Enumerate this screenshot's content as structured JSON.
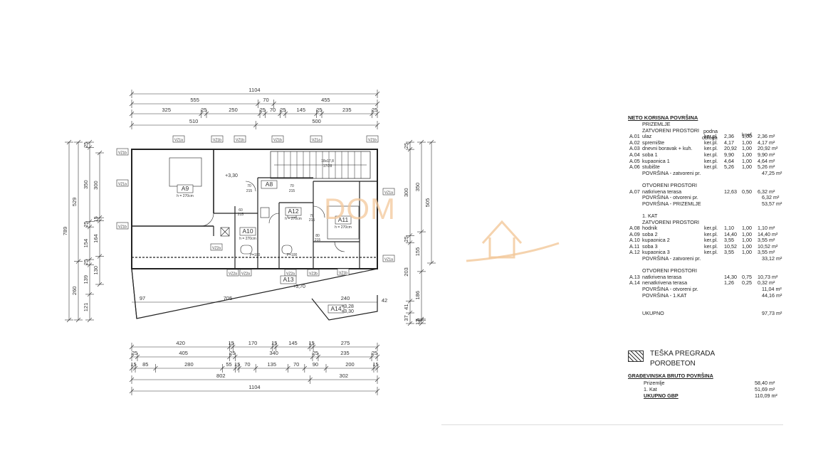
{
  "plan": {
    "dims_top_row1": [
      "1104"
    ],
    "dims_top_row2": [
      "555",
      "70",
      "455"
    ],
    "dims_top_row3": [
      "325",
      "25",
      "250",
      "25",
      "70",
      "25",
      "145",
      "25",
      "235",
      "25"
    ],
    "dims_top_row4": [
      "510",
      "500"
    ],
    "dims_bottom_row1": [
      "420",
      "15",
      "170",
      "15",
      "145",
      "15",
      "275"
    ],
    "dims_bottom_row2": [
      "25",
      "405",
      "25",
      "340",
      "25",
      "235",
      "25"
    ],
    "dims_bottom_row3": [
      "15",
      "85",
      "280",
      "55",
      "15",
      "70",
      "135",
      "70",
      "90",
      "200",
      "15"
    ],
    "dims_bottom_row4": [
      "802",
      "302"
    ],
    "dims_bottom_row5": [
      "1104"
    ],
    "dims_left_outer": [
      "789"
    ],
    "dims_left_mid": [
      "529",
      "260"
    ],
    "dims_left_inner": [
      "25",
      "350",
      "25",
      "154",
      "25",
      "139",
      "121"
    ],
    "dims_left_inner2": [
      "300",
      "15",
      "164",
      "130"
    ],
    "dims_right_outer": [
      "505"
    ],
    "dims_right_mid": [
      "25",
      "300",
      "25",
      "203",
      "41",
      "37"
    ],
    "dims_right_inner": [
      "350",
      "155",
      "186",
      "5",
      "12"
    ],
    "misc_dims": [
      "97",
      "705",
      "240",
      "42"
    ],
    "windows": [
      "VZ1a",
      "VZ1b",
      "VZ1b",
      "VZ1b",
      "VZ1a",
      "VZ1b",
      "VZ1b",
      "VZ1a",
      "VZ1b",
      "VZ1a",
      "VZ1a",
      "VZ1b",
      "VZ2a",
      "VZ2a",
      "VZ2a",
      "VZ2a",
      "VZ2b"
    ],
    "rooms": [
      {
        "code": "A9",
        "h": "h = 270cm"
      },
      {
        "code": "A8",
        "h": ""
      },
      {
        "code": "A10",
        "h": "h = 270cm"
      },
      {
        "code": "A12",
        "h": "h = 270cm"
      },
      {
        "code": "A11",
        "h": "h = 270cm"
      },
      {
        "code": "A13",
        "h": ""
      },
      {
        "code": "A14",
        "h": ""
      }
    ],
    "levels": [
      "+3,30",
      "+3,70",
      "+3,28",
      "+3,30"
    ],
    "stair_label": "18x17,8",
    "stair_sub": "17/28",
    "door_labels": [
      "70",
      "215",
      "70",
      "215",
      "60",
      "215",
      "70",
      "215",
      "80",
      "215"
    ],
    "ptag": [
      "P=100",
      "P=100"
    ]
  },
  "watermark": "DOM",
  "table": {
    "title": "NETO KORISNA POVRŠINA",
    "col_podna": "podna",
    "col_obloga": "obloga",
    "col_koef": "koef.",
    "sections": [
      {
        "kind": "head",
        "text": "PRIZEMLJE"
      },
      {
        "kind": "head",
        "text": "ZATVORENI PROSTORI"
      },
      {
        "kind": "row",
        "code": "A.01",
        "name": "ulaz",
        "mat": "ker.pl.",
        "area": "2,36",
        "k": "1,00",
        "net": "2,36 m²"
      },
      {
        "kind": "row",
        "code": "A.02",
        "name": "spremište",
        "mat": "ker.pl.",
        "area": "4,17",
        "k": "1,00",
        "net": "4,17 m²"
      },
      {
        "kind": "row",
        "code": "A.03",
        "name": "dnevni boravak + kuh.",
        "mat": "ker.pl.",
        "area": "20,92",
        "k": "1,00",
        "net": "20,92 m²"
      },
      {
        "kind": "row",
        "code": "A.04",
        "name": "soba 1",
        "mat": "ker.pl.",
        "area": "9,90",
        "k": "1,00",
        "net": "9,90 m²"
      },
      {
        "kind": "row",
        "code": "A.05",
        "name": "kupaonica 1",
        "mat": "ker.pl.",
        "area": "4,64",
        "k": "1,00",
        "net": "4,64 m²"
      },
      {
        "kind": "row",
        "code": "A.06",
        "name": "stubište",
        "mat": "ker.pl.",
        "area": "5,26",
        "k": "1,00",
        "net": "5,26 m²"
      },
      {
        "kind": "sum",
        "name": "POVRŠINA - zatvoreni pr.",
        "net": "47,25 m²"
      },
      {
        "kind": "gap"
      },
      {
        "kind": "head",
        "text": "OTVORENI PROSTORI"
      },
      {
        "kind": "row",
        "code": "A.07",
        "name": "natkrivena terasa",
        "mat": "",
        "area": "12,63",
        "k": "0,50",
        "net": "6,32 m²"
      },
      {
        "kind": "sum",
        "name": "POVRŠINA - otvoreni pr.",
        "net": "6,32 m²"
      },
      {
        "kind": "sum",
        "name": "POVRŠINA - PRIZEMLJE",
        "net": "53,57 m²"
      },
      {
        "kind": "gap"
      },
      {
        "kind": "head",
        "text": "1. KAT"
      },
      {
        "kind": "head",
        "text": "ZATVORENI PROSTORI"
      },
      {
        "kind": "row",
        "code": "A.08",
        "name": "hodnik",
        "mat": "ker.pl.",
        "area": "1,10",
        "k": "1,00",
        "net": "1,10 m²"
      },
      {
        "kind": "row",
        "code": "A.09",
        "name": "soba 2",
        "mat": "ker.pl.",
        "area": "14,40",
        "k": "1,00",
        "net": "14,40 m²"
      },
      {
        "kind": "row",
        "code": "A.10",
        "name": "kupaonica 2",
        "mat": "ker.pl.",
        "area": "3,55",
        "k": "1,00",
        "net": "3,55 m²"
      },
      {
        "kind": "row",
        "code": "A.11",
        "name": "soba 3",
        "mat": "ker.pl.",
        "area": "10,52",
        "k": "1,00",
        "net": "10,52 m²"
      },
      {
        "kind": "row",
        "code": "A.12",
        "name": "kupaonica 3",
        "mat": "ker.pl.",
        "area": "3,55",
        "k": "1,00",
        "net": "3,55 m²"
      },
      {
        "kind": "sum",
        "name": "POVRŠINA - zatvoreni pr.",
        "net": "33,12 m²"
      },
      {
        "kind": "gap"
      },
      {
        "kind": "head",
        "text": "OTVORENI PROSTORI"
      },
      {
        "kind": "row",
        "code": "A.13",
        "name": "natkrivena terasa",
        "mat": "",
        "area": "14,30",
        "k": "0,75",
        "net": "10,73 m²"
      },
      {
        "kind": "row",
        "code": "A.14",
        "name": "nenatkrivena terasa",
        "mat": "",
        "area": "1,26",
        "k": "0,25",
        "net": "0,32 m²"
      },
      {
        "kind": "sum",
        "name": "POVRŠINA - otvoreni pr.",
        "net": "11,04 m²"
      },
      {
        "kind": "sum",
        "name": "POVRŠINA - 1.KAT",
        "net": "44,16 m²"
      },
      {
        "kind": "gap"
      },
      {
        "kind": "gap"
      },
      {
        "kind": "sum",
        "name": "UKUPNO",
        "net": "97,73 m²",
        "left": true
      }
    ]
  },
  "legend": {
    "line1": "TEŠKA PREGRADA",
    "line2": "POROBETON"
  },
  "gbp": {
    "title": "GRAĐEVINSKA BRUTO POVRŠINA",
    "rows": [
      {
        "name": "Prizemlje",
        "val": "58,40 m²"
      },
      {
        "name": "1. Kat",
        "val": "51,69 m²"
      },
      {
        "name": "UKUPNO GBP",
        "val": "110,09 m²",
        "bold": true
      }
    ]
  }
}
